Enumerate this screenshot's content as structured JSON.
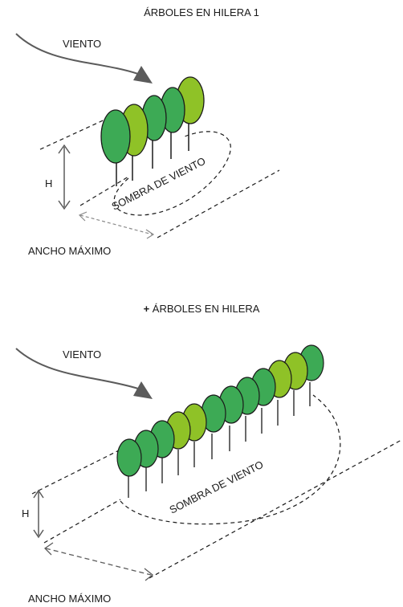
{
  "panel1": {
    "title": "ÁRBOLES EN HILERA 1",
    "wind_label": "VIENTO",
    "shadow_label": "SOMBRA DE VIENTO",
    "height_label": "H",
    "width_label": "ANCHO MÁXIMO"
  },
  "panel2": {
    "title_prefix": "+",
    "title": "ÁRBOLES EN HILERA",
    "wind_label": "VIENTO",
    "shadow_label": "SOMBRA DE VIENTO",
    "height_label": "H",
    "width_label": "ANCHO MÁXIMO"
  },
  "colors": {
    "tree_dark": "#3daa55",
    "tree_light": "#8fc227",
    "arrow": "#5b5b5b",
    "dash_light": "#8a8a8a"
  }
}
